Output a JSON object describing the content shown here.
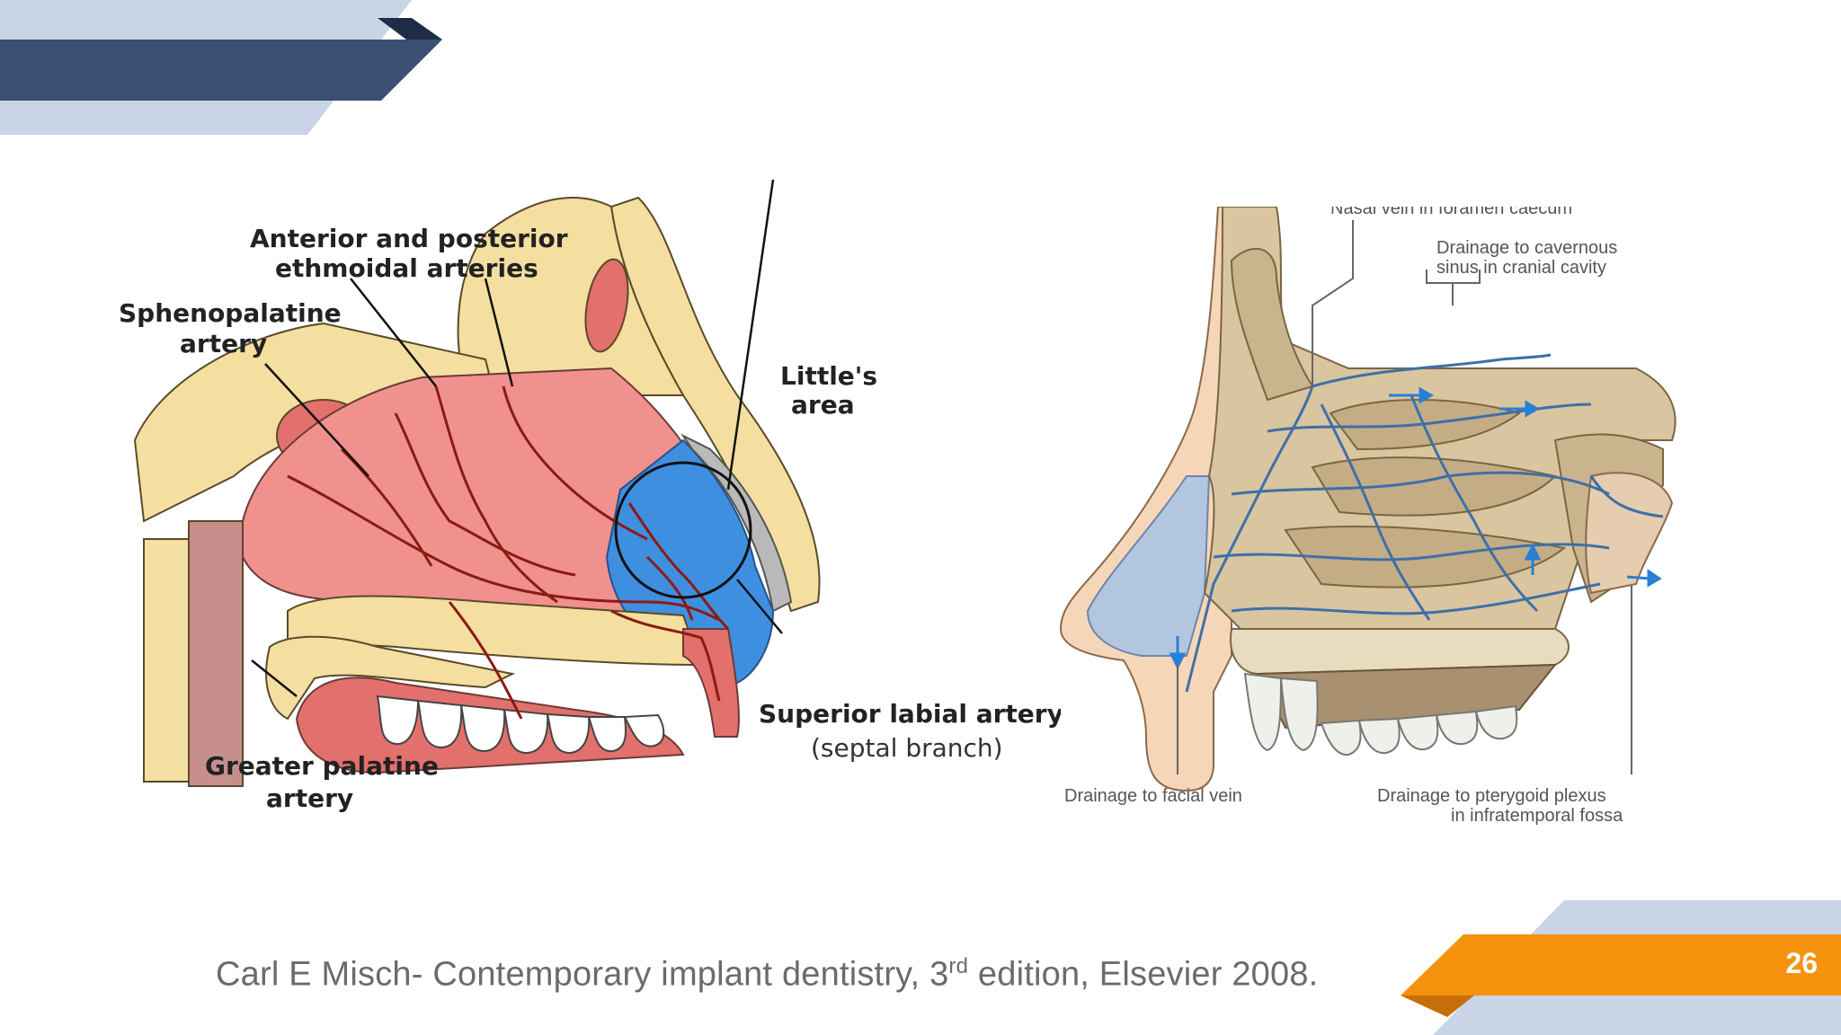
{
  "slide": {
    "page_number": "26",
    "citation": {
      "pre": "Carl E Misch- Contemporary implant dentistry, 3",
      "sup": "rd",
      "post": " edition, Elsevier 2008."
    },
    "colors": {
      "navy": "#3a4f74",
      "light_blue": "#c9d4e6",
      "orange": "#f5930f",
      "dark_orange": "#c86e08"
    }
  },
  "arteries_figure": {
    "labels": {
      "ethmoidal_line1": "Anterior and posterior",
      "ethmoidal_line2": "ethmoidal arteries",
      "sphenopalatine_line1": "Sphenopalatine",
      "sphenopalatine_line2": "artery",
      "littles_line1": "Little's",
      "littles_line2": "area",
      "superior_labial": "Superior labial artery",
      "superior_labial_sub": "(septal branch)",
      "greater_palatine_line1": "Greater palatine",
      "greater_palatine_line2": "artery"
    }
  },
  "veins_figure": {
    "labels": {
      "nasal_vein": "Nasal vein in foramen caecum",
      "cavernous_line1": "Drainage to cavernous",
      "cavernous_line2": "sinus in cranial cavity",
      "facial_vein": "Drainage to facial vein",
      "pterygoid_line1": "Drainage to pterygoid plexus",
      "pterygoid_line2": "in infratemporal fossa"
    }
  }
}
